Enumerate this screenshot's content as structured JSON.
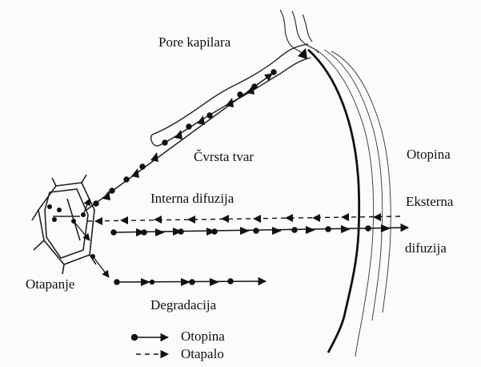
{
  "labels": {
    "pore": "Pore kapilara",
    "solid": "Čvrsta tvar",
    "solution": "Otopina",
    "internal": "Interna difuzija",
    "external_1": "Eksterna",
    "external_2": "difuzija",
    "dissolution": "Otapanje",
    "degradation": "Degradacija"
  },
  "legend": {
    "solution_label": "Otopina",
    "solvent_label": "Otapalo"
  },
  "colors": {
    "ink": "#111111",
    "background": "#fbfbfb"
  }
}
